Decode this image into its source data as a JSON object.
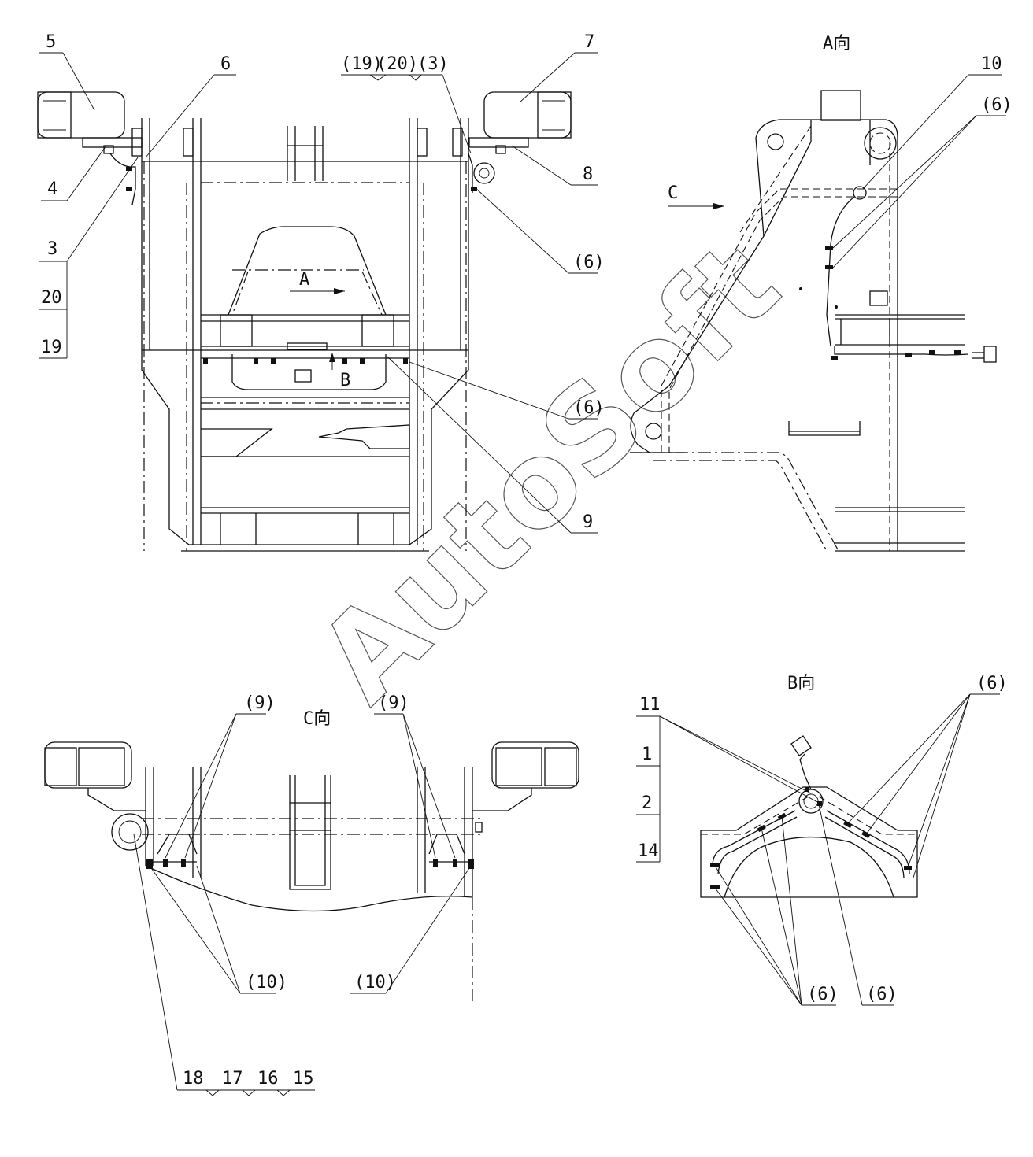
{
  "views": {
    "a_title": "A向",
    "b_title": "B向",
    "c_title": "C向",
    "arrow_a": "A",
    "arrow_b": "B",
    "arrow_c": "C"
  },
  "watermark": "AutoSoft",
  "labels": {
    "p5": "5",
    "p6": "6",
    "p7": "7",
    "p4": "4",
    "p3": "3",
    "p8": "8",
    "p20": "20",
    "p19": "19",
    "p9": "9",
    "p10": "10",
    "g19": "(19)",
    "g20": "(20)",
    "g3": "(3)",
    "r6a": "(6)",
    "r6b": "(6)",
    "r6c": "(6)",
    "c9a": "(9)",
    "c9b": "(9)",
    "c10a": "(10)",
    "c10b": "(10)",
    "p18": "18",
    "p17": "17",
    "p16": "16",
    "p15": "15",
    "p11": "11",
    "p1": "1",
    "p2": "2",
    "p14": "14",
    "b6a": "(6)",
    "b6b": "(6)",
    "b6c": "(6)"
  }
}
